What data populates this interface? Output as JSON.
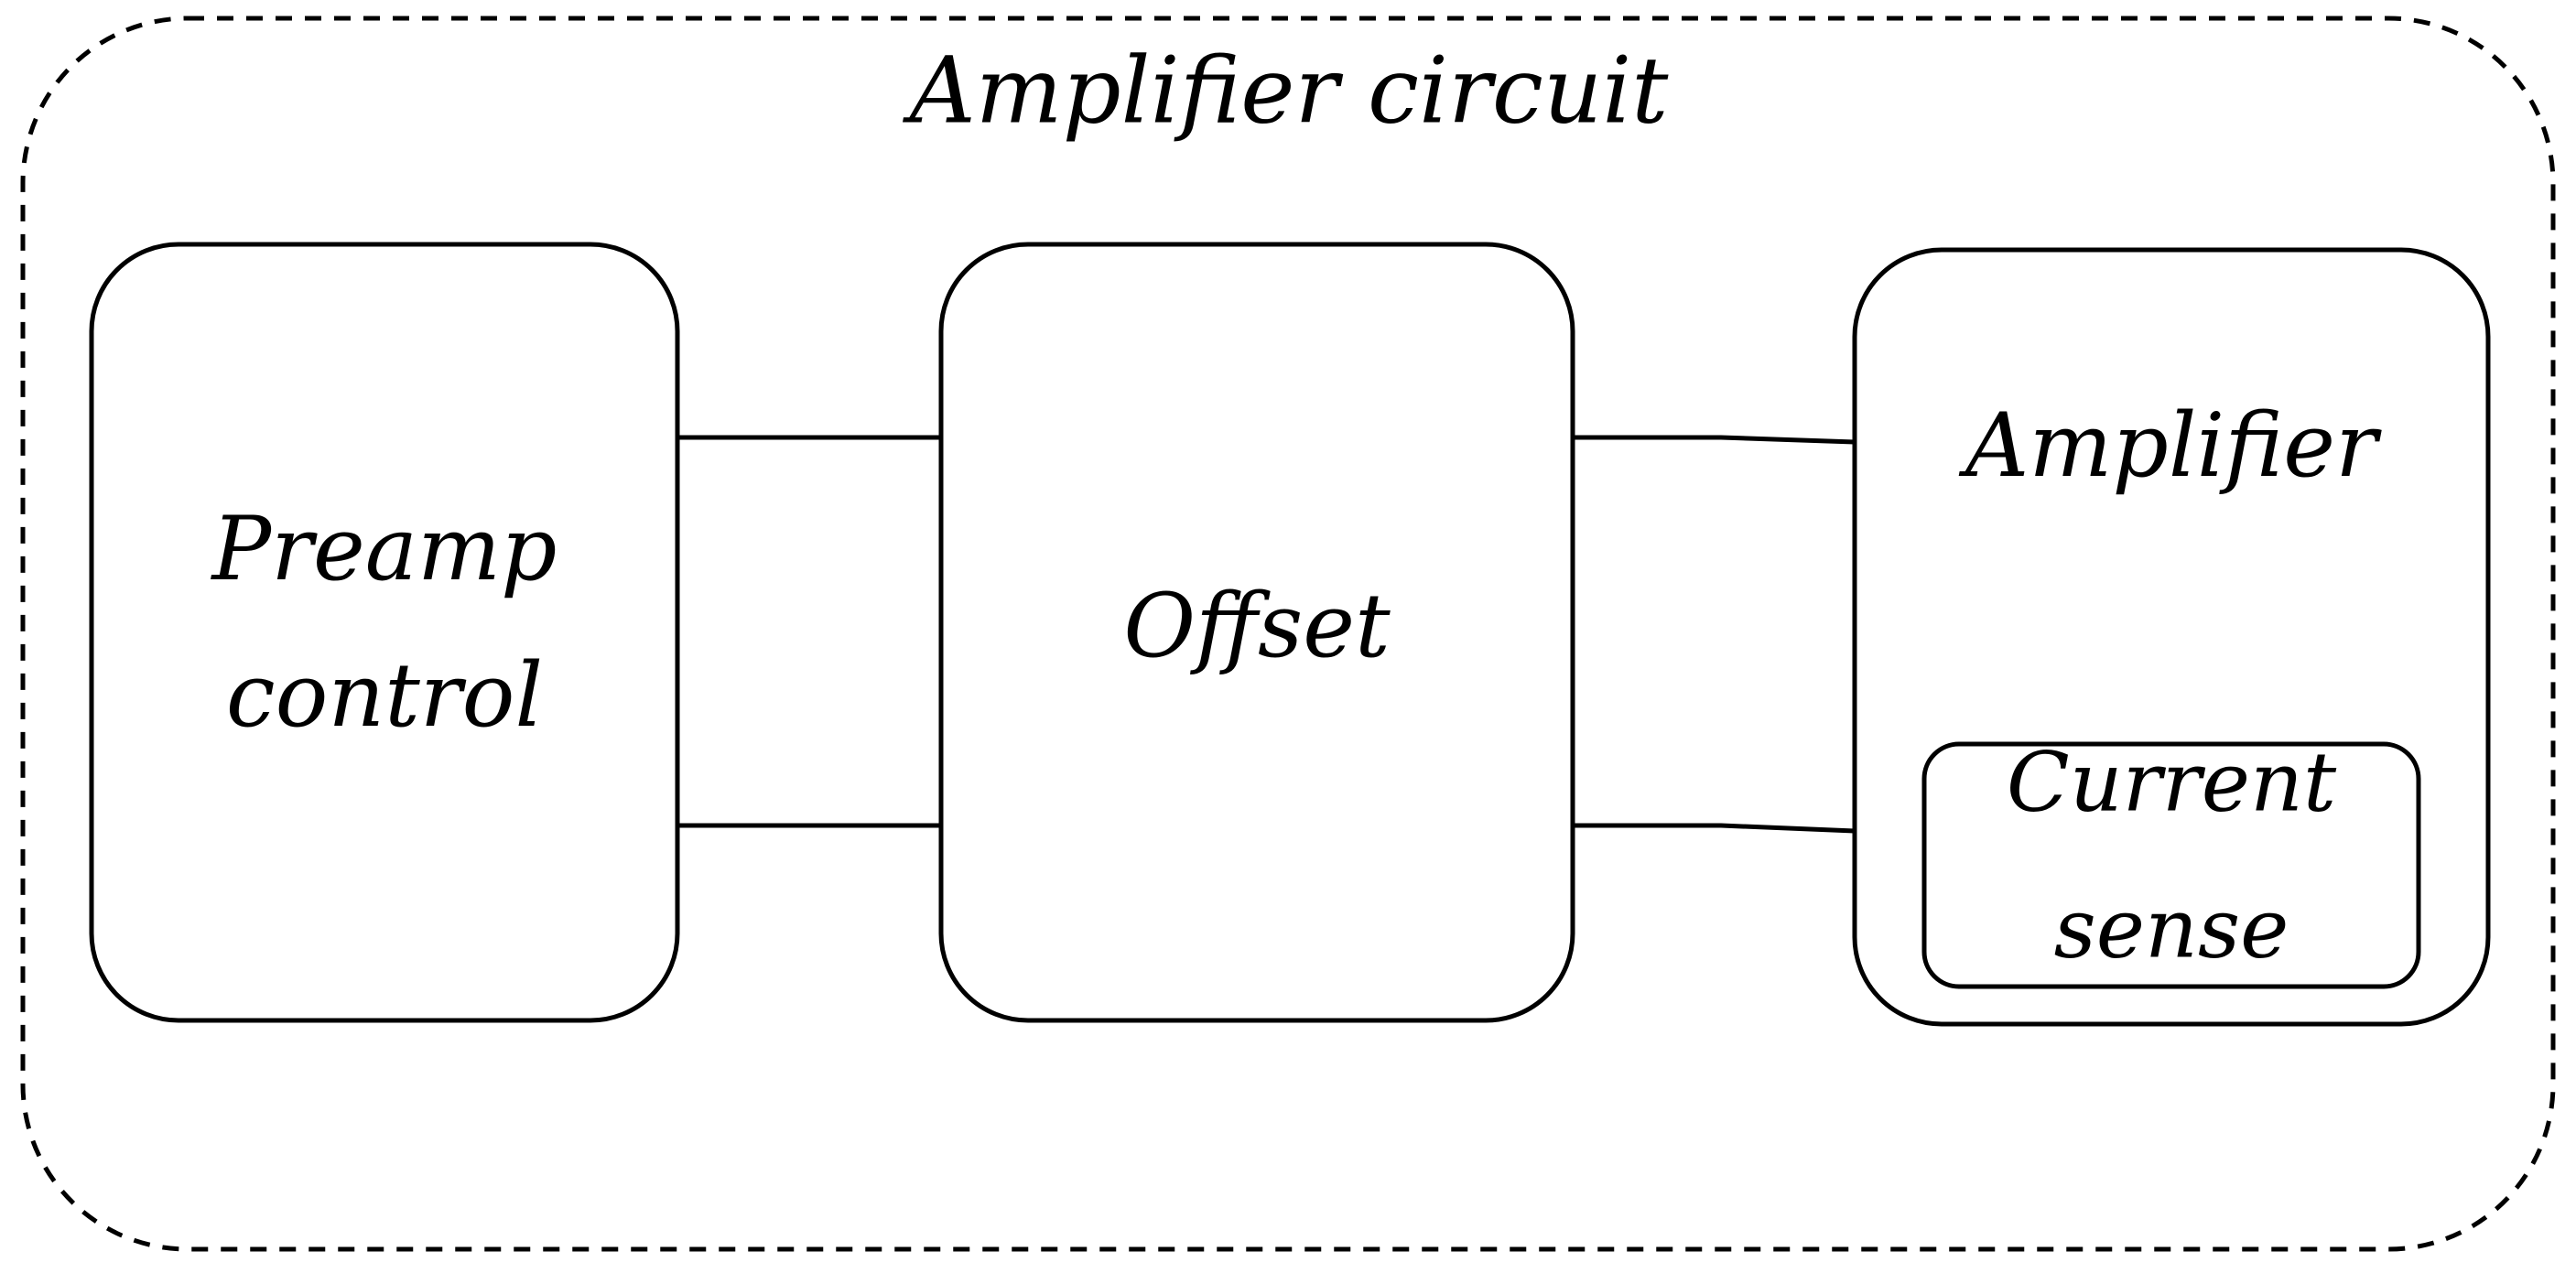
{
  "diagram": {
    "container_label": "Amplifier circuit",
    "blocks": {
      "preamp": {
        "line1": "Preamp",
        "line2": "control"
      },
      "offset": {
        "label": "Offset"
      },
      "amplifier": {
        "label": "Amplifier",
        "sub_block": {
          "line1": "Current",
          "line2": "sense"
        }
      }
    },
    "connections": [
      {
        "from": "Preamp control",
        "to": "Offset"
      },
      {
        "from": "Preamp control",
        "to": "Offset"
      },
      {
        "from": "Offset",
        "to": "Amplifier"
      },
      {
        "from": "Offset",
        "to": "Amplifier"
      }
    ]
  }
}
